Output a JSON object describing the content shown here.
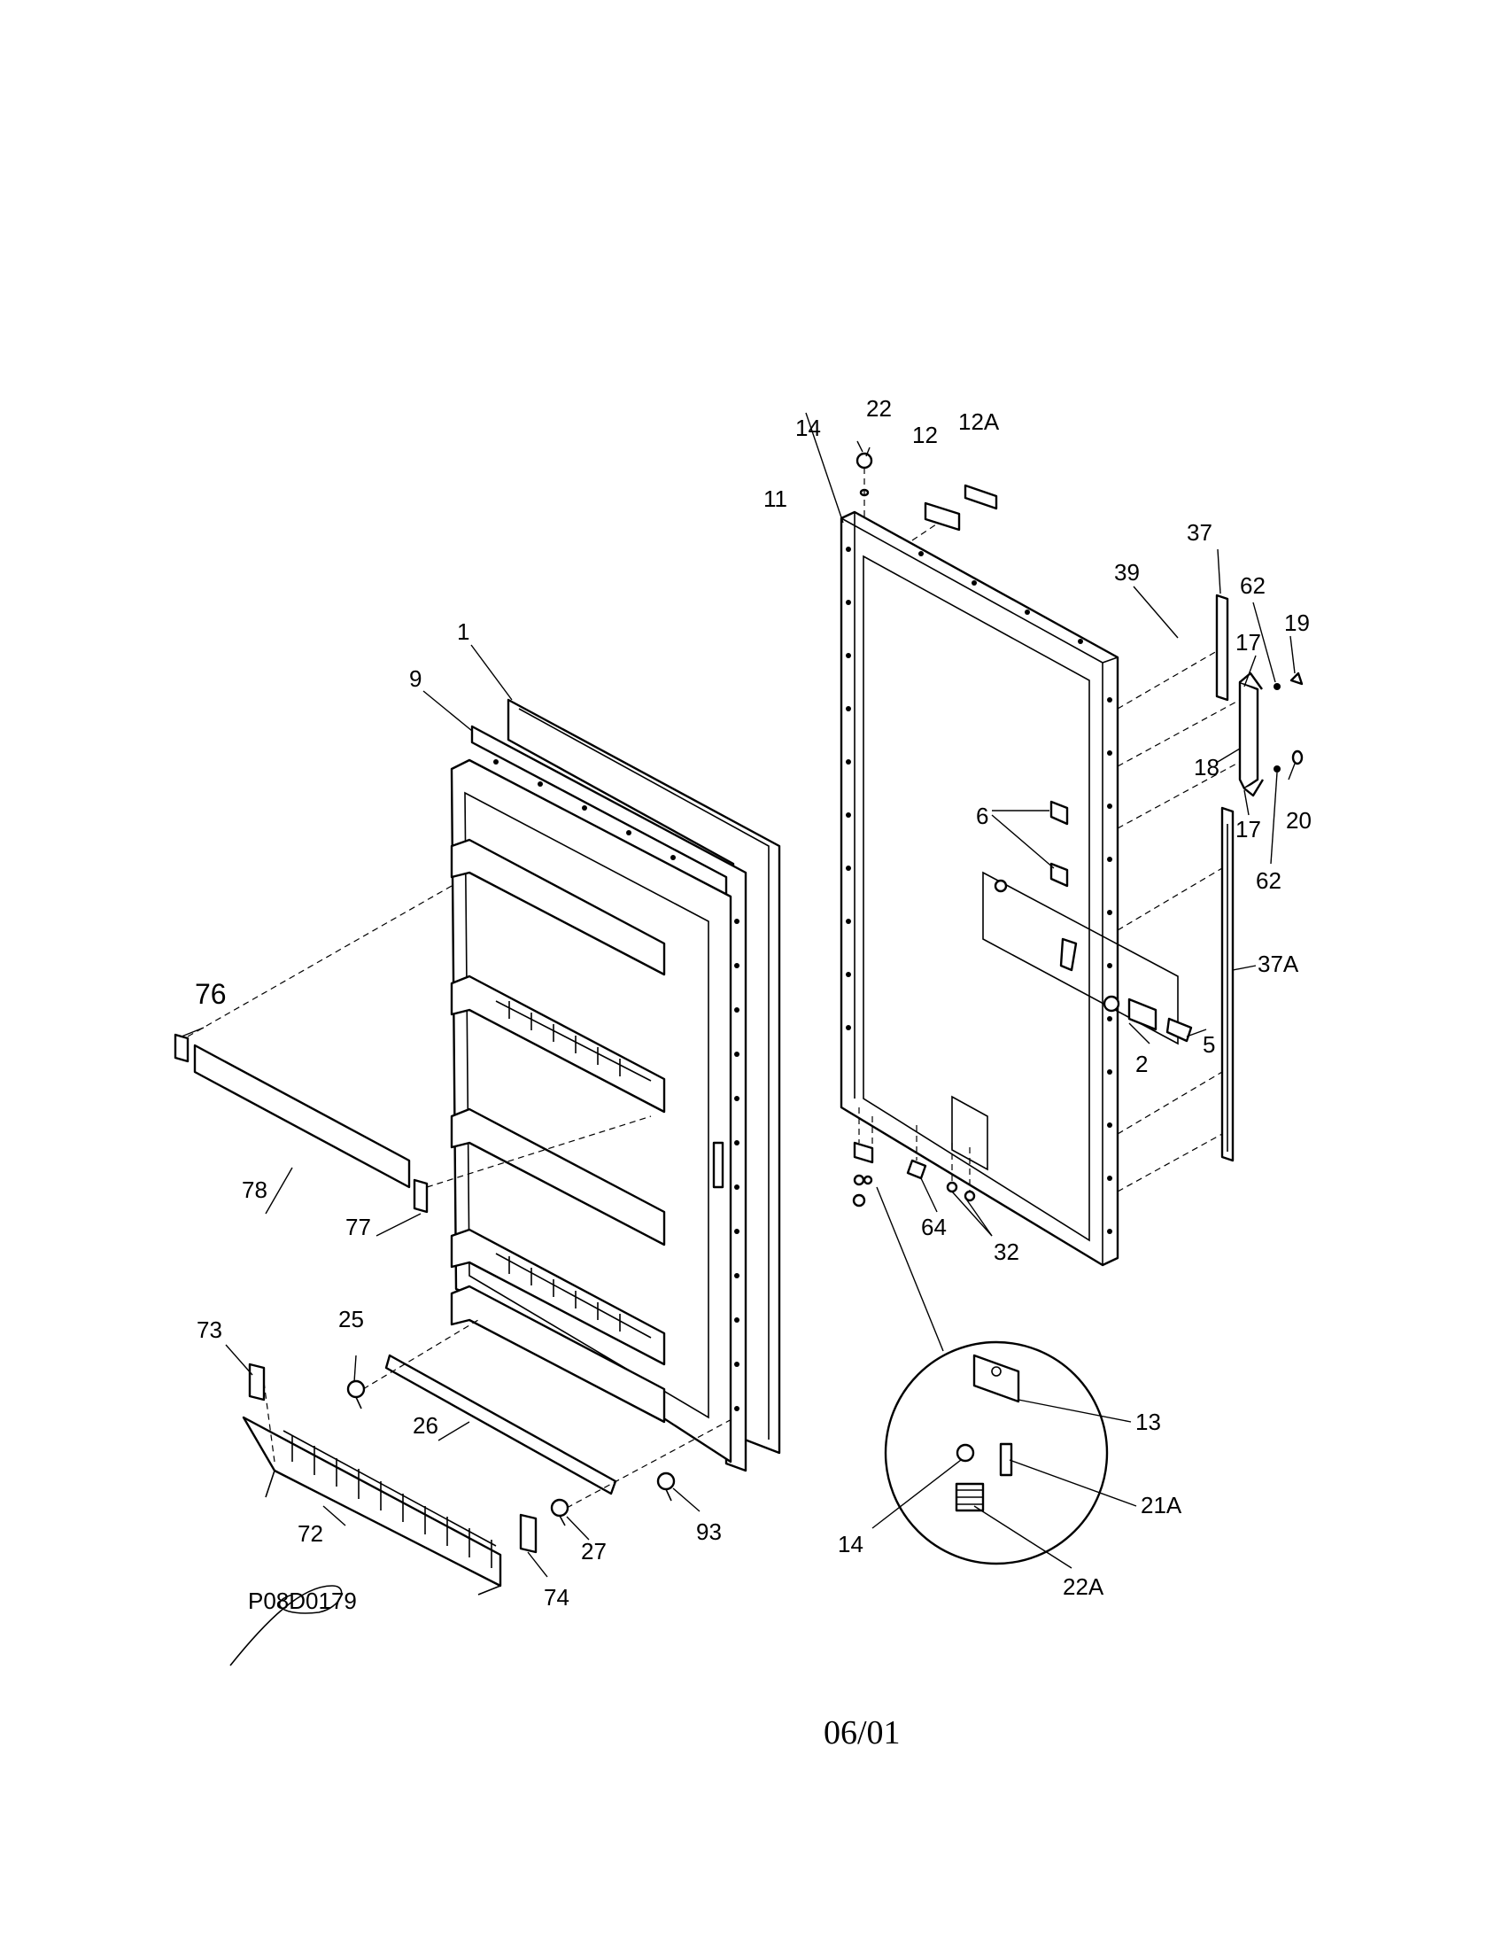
{
  "drawing": {
    "code": "P08D0179",
    "date": "06/01"
  },
  "callouts": {
    "c1": "1",
    "c9": "9",
    "c76": "76",
    "c78": "78",
    "c77": "77",
    "c73": "73",
    "c25": "25",
    "c26": "26",
    "c72": "72",
    "c74": "74",
    "c27": "27",
    "c93": "93",
    "c14a": "14",
    "c22": "22",
    "c12": "12",
    "c12a": "12A",
    "c11": "11",
    "c37": "37",
    "c39": "39",
    "c62a": "62",
    "c19": "19",
    "c17a": "17",
    "c18": "18",
    "c20": "20",
    "c17b": "17",
    "c62b": "62",
    "c6": "6",
    "c37a": "37A",
    "c5": "5",
    "c2": "2",
    "c64": "64",
    "c32": "32",
    "c13": "13",
    "c21a": "21A",
    "c14b": "14",
    "c22a": "22A"
  }
}
